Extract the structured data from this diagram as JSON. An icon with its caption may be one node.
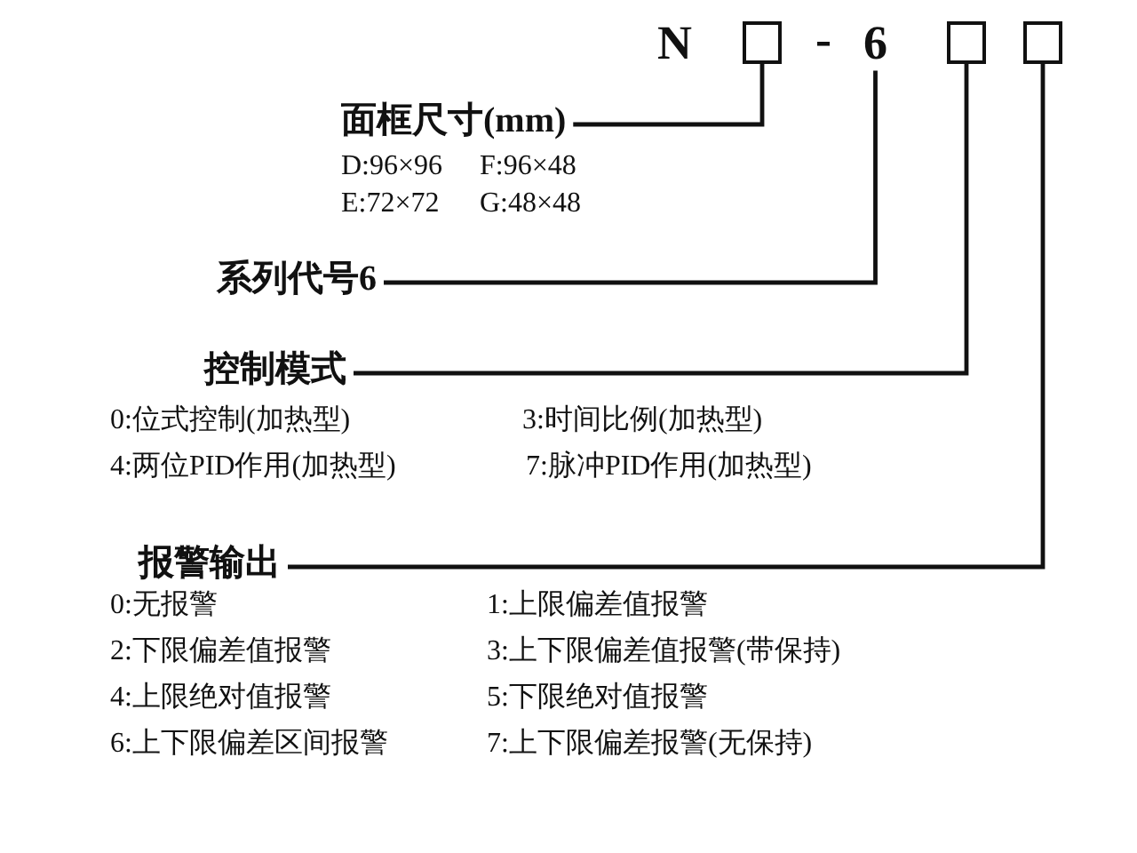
{
  "diagram": {
    "nodes": [
      {
        "text": [],
        "shape": "box"
      },
      {
        "text": [
          "6"
        ]
      },
      {
        "text": [],
        "shape": "box"
      },
      {
        "text": [],
        "shape": "box"
      },
      {
        "text": [
          "面框尺寸(mm)"
        ],
        "beside": [
          "D:96×96",
          "F:96×48",
          "E:72×72",
          "G:48×48"
        ]
      },
      {
        "text": [
          "系列代号6"
        ]
      },
      {
        "text": [
          "控制模式"
        ],
        "beside": [
          "0:位式控制(加热型)",
          "3:时间比例(加热型)",
          "4:两位PID作用(加热型)",
          "7:脉冲PID作用(加热型)"
        ]
      },
      {
        "text": [
          "报警输出"
        ],
        "beside": [
          "0:无报警",
          "1:上限偏差值报警",
          "2:下限偏差值报警",
          "3:上下限偏差值报警(带保持)",
          "4:上限绝对值报警",
          "5:下限绝对值报警",
          "6:上下限偏差区间报警",
          "7:上下限偏差报警(无保持)"
        ]
      }
    ],
    "edges": [
      {
        "from": 4,
        "to": 0,
        "arrow": "none"
      },
      {
        "from": 5,
        "to": 1,
        "arrow": "none"
      },
      {
        "from": 6,
        "to": 2,
        "arrow": "none"
      },
      {
        "from": 7,
        "to": 3,
        "arrow": "none"
      }
    ],
    "labels": [
      "N",
      "-"
    ]
  }
}
